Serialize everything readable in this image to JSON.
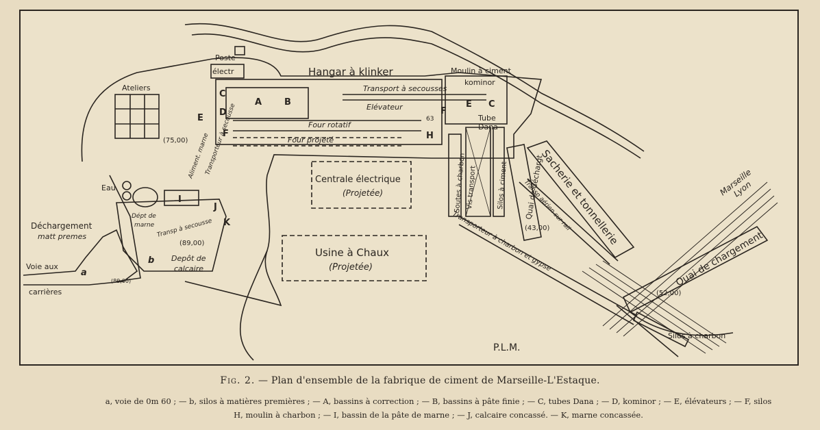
{
  "caption": {
    "fig_label": "Fig. 2.",
    "title": "— Plan d'ensemble de la fabrique de ciment de Marseille-L'Estaque.",
    "legend_line1": "a, voie de 0m 60 ; — b, silos à matières premières ; — A, bassins à correction ; — B, bassins à pâte finie ; — C, tubes Dana ; — D, kominor ; — E, élévateurs ; — F, silos",
    "legend_line2": "H, moulin à charbon ; — I, bassin de la pâte de marne ; — J, calcaire concassé. — K, marne concassée."
  },
  "plan": {
    "ateliers": "Ateliers",
    "poste_line1": "Poste",
    "poste_line2": "électr",
    "hangar": "Hangar à klinker",
    "moulin_line1": "Moulin à ciment",
    "moulin_line2": "kominor",
    "transport_secousses": "Transport à secousses",
    "elevateur": "Elévateur",
    "four_rotatif": "Four rotatif",
    "four_projete": "Four projeté",
    "tube_line1": "Tube",
    "tube_line2": "Dana",
    "centrale_line1": "Centrale électrique",
    "centrale_line2": "(Projetée)",
    "usine_line1": "Usine à Chaux",
    "usine_line2": "(Projetée)",
    "eau": "Eau",
    "dechargement_line1": "Déchargement",
    "dechargement_line2": "matt premes",
    "depot_marne_line1": "Dépt de",
    "depot_marne_line2": "marne",
    "transp_secousse": "Transp à secousse",
    "depot_calcaire_line1": "Depôt de",
    "depot_calcaire_line2": "calcaire",
    "voie_aux": "Voie aux",
    "carrieres": "carrières",
    "alimentation": "Aliment. marne",
    "transporteur_secousse": "Transporteur à secousse",
    "soutes_charbon": "Soutes à charbon",
    "vis_transport": "Vis transport",
    "transport_oblique": "Transport",
    "silos_ciment": "Silos à ciment",
    "quai_dechargt": "Quai de déchargt",
    "transp_aerien": "Transp aérien sur rail",
    "transporteur_charbon": "Transporteur à charbon et gypse",
    "sacherie": "Sacherie et tonnellerie",
    "quai_chargement": "Quai de chargement",
    "silos_charbon": "Silos à charbon",
    "marseille": "Marseille",
    "lyon": "Lyon",
    "plm": "P.L.M.",
    "elev_75": "(75,00)",
    "elev_63": "63",
    "elev_89": "(89,00)",
    "elev_43": "(43,00)",
    "elev_52": "(52,00)",
    "elev_89b": "(89,00)",
    "letter_A": "A",
    "letter_B": "B",
    "letter_C": "C",
    "letter_C2": "C",
    "letter_D": "D",
    "letter_E": "E",
    "letter_E2": "E",
    "letter_F": "F",
    "letter_F2": "F",
    "letter_H": "H",
    "letter_I": "I",
    "letter_J": "J",
    "letter_K": "K",
    "letter_a": "a",
    "letter_b": "b"
  }
}
